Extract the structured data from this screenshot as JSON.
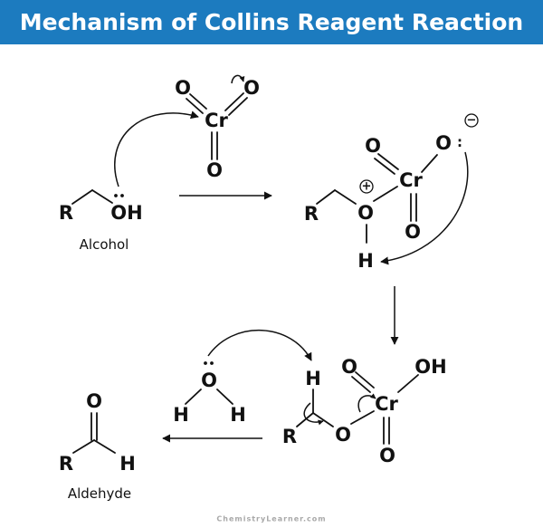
{
  "title": "Mechanism of Collins Reagent Reaction",
  "atoms": {
    "O": "O",
    "Cr": "Cr",
    "R": "R",
    "H": "H",
    "OH": "OH"
  },
  "charges": {
    "plus": "+",
    "minus": "−",
    "lone_pair": ":"
  },
  "labels": {
    "alcohol": "Alcohol",
    "aldehyde": "Aldehyde"
  },
  "watermark": "ChemistryLearner.com"
}
